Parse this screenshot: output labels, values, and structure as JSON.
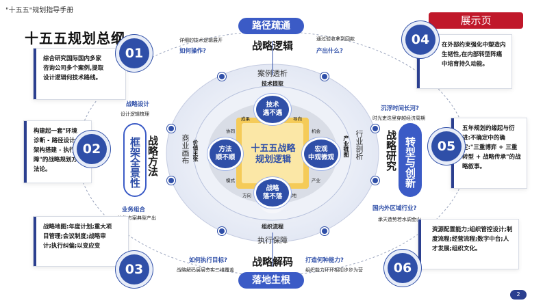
{
  "header": {
    "doc_title": "\"十五五\"规划指导手册",
    "show_button": "展示页",
    "page_title": "十五五规划总纲",
    "page_number": "2"
  },
  "center": {
    "title": "十五五战略\n规划逻辑",
    "inner": {
      "top": "技术\n遇不遇",
      "left": "方法\n顺不顺",
      "right": "宏观\n中观微观",
      "bottom": "战略\n落不落"
    },
    "small_labels": {
      "s1": "成果",
      "s2": "导向",
      "s3": "机会",
      "s4": "产业",
      "s5": "模式",
      "s6": "落地",
      "s7": "方向",
      "s8": "协同"
    }
  },
  "rings": {
    "top_case": "案例透析",
    "top_case_sub": "技术提取",
    "bottom_exec": "执行保障",
    "bottom_exec_sub": "组织流程",
    "left_business": "商业画布",
    "left_business_sub": "价值主张",
    "right_industry": "行业剖析",
    "right_industry_sub": "产业链图"
  },
  "axes": {
    "top_pill": "路径疏通",
    "top_title": "战略逻辑",
    "bottom_title": "战略解码",
    "bottom_pill": "落地生根",
    "left_capsule": "框架全景性",
    "left_title": "战略方法",
    "right_capsule": "转型与创新",
    "right_title": "战略研究"
  },
  "labels": {
    "how_operate": "如何操作?",
    "how_operate_note": "详细的技术逻辑展开",
    "what_output": "产出什么?",
    "what_output_note": "通过验收拿到回款",
    "strategy_design": "战略设计",
    "strategy_design_note": "设计逻辑梳理",
    "immerse": "沉浮时间长河?",
    "immerse_note": "时光吏迭里穿越经济周期",
    "biz_combo": "业务组合",
    "biz_combo_note": "咨询方案典型产出",
    "region": "国内外区域行业?",
    "region_note": "承天造势若水调金山",
    "exec_target": "如何执行目标?",
    "exec_target_note": "战略解码层层夯实三维覆盖",
    "capability": "打造何种能力?",
    "capability_note": "组织能力环环相扣步步为营"
  },
  "cards": [
    {
      "num": "01",
      "text": "综合研究国际国内多家咨询公司多个案例,提取设计逻辑何技术路线。"
    },
    {
      "num": "02",
      "text": "构建起一套\"环境诊断 - 路径设计 - 架构搭建 - 执行保障\"的战略规划方法论。"
    },
    {
      "num": "03",
      "text": "战略地图:年度计划;重大项目管理;会议制度;战略审计;执行纠偏;以变应变"
    },
    {
      "num": "04",
      "text": "在外部约束强化中塑造内生韧性,在内部转型阵痛中培育持久动能。"
    },
    {
      "num": "05",
      "text": "五年规划的缘起与衍进:不确定中的确定:\"三重博弈 + 三重转型 + 战略传承\"的战略叙事。"
    },
    {
      "num": "06",
      "text": "资源配置能力;组织管控设计;制度流程;经营流程;数字中台;人才发展;组织文化。"
    }
  ],
  "colors": {
    "primary": "#2f4fa8",
    "accent": "#3b5bc6",
    "red": "#c0182a",
    "ring": "#dbe3f5"
  }
}
